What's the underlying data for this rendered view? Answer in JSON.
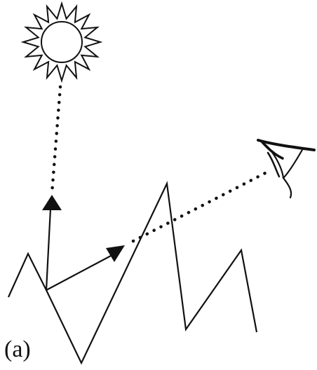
{
  "panel_label": "(a)",
  "colors": {
    "ink": "#111111",
    "background": "#ffffff"
  },
  "elements": {
    "light_source": "sun-icon",
    "observer": "eye-icon",
    "surface": "zigzag-rough-surface",
    "incoming_light_path": "dotted-line",
    "reflected_light_path": "dotted-line",
    "surface_normal": "arrow",
    "reflection_vector": "arrow"
  }
}
